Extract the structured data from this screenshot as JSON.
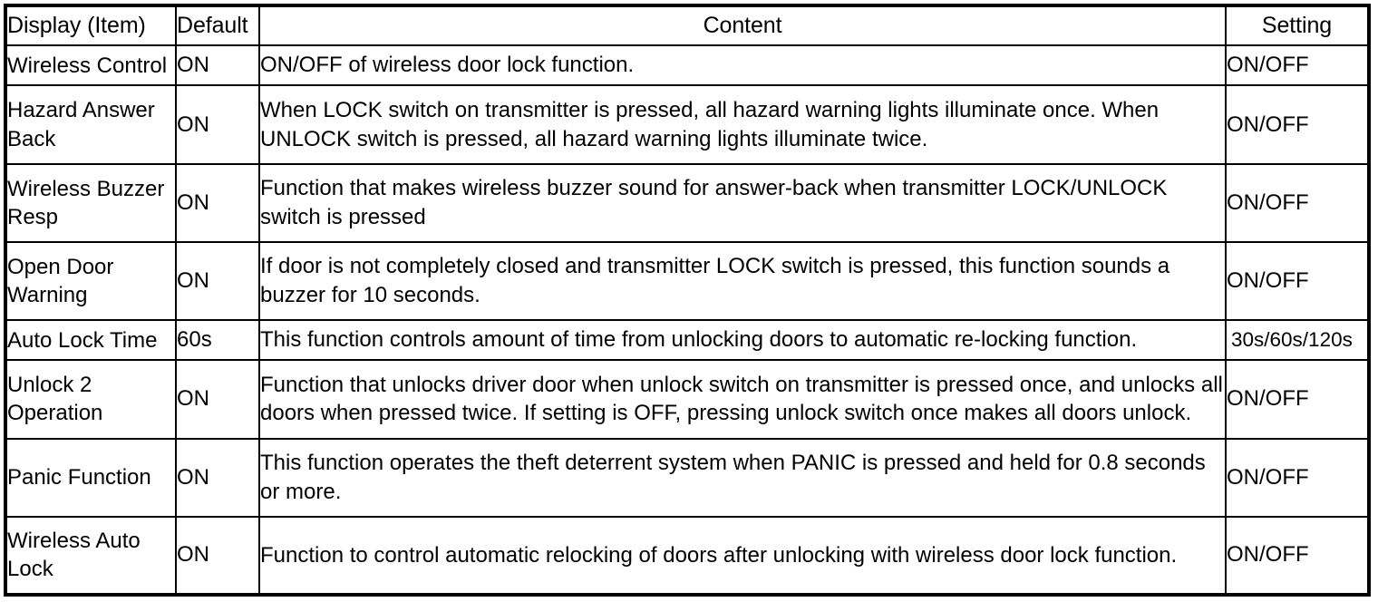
{
  "table": {
    "columns": [
      {
        "key": "item",
        "label": "Display (Item)",
        "align": "left"
      },
      {
        "key": "default",
        "label": "Default",
        "align": "left"
      },
      {
        "key": "content",
        "label": "Content",
        "align": "center"
      },
      {
        "key": "setting",
        "label": "Setting",
        "align": "center"
      }
    ],
    "rows": [
      {
        "item": "Wireless Control",
        "default": "ON",
        "content": "ON/OFF of wireless door lock function.",
        "setting": "ON/OFF"
      },
      {
        "item": "Hazard Answer Back",
        "default": "ON",
        "content": "When LOCK switch on transmitter is pressed, all hazard warning lights illuminate once. When UNLOCK switch is pressed, all hazard warning lights illuminate twice.",
        "setting": "ON/OFF"
      },
      {
        "item": "Wireless Buzzer Resp",
        "default": "ON",
        "content": "Function that makes wireless buzzer sound for answer-back when transmitter LOCK/UNLOCK switch is pressed",
        "setting": "ON/OFF"
      },
      {
        "item": "Open Door Warning",
        "default": "ON",
        "content": "If door is not completely closed and transmitter LOCK switch is pressed, this function sounds a buzzer for 10 seconds.",
        "setting": "ON/OFF"
      },
      {
        "item": "Auto Lock Time",
        "default": "60s",
        "content": "This function controls amount of time from unlocking doors to automatic re-locking function.",
        "setting": "30s/60s/120s"
      },
      {
        "item": "Unlock 2 Operation",
        "default": "ON",
        "content": "Function that unlocks driver door when unlock switch on transmitter is pressed once, and unlocks all doors when pressed twice. If setting is OFF, pressing unlock switch once makes all doors unlock.",
        "setting": "ON/OFF"
      },
      {
        "item": "Panic Function",
        "default": "ON",
        "content": "This function operates the theft deterrent system when PANIC is pressed and held for 0.8 seconds or more.",
        "setting": "ON/OFF"
      },
      {
        "item": "Wireless Auto Lock",
        "default": "ON",
        "content": "Function to control automatic relocking of doors after unlocking with wireless door lock function.",
        "setting": "ON/OFF"
      }
    ]
  },
  "colors": {
    "border": "#000000",
    "text": "#000000",
    "background": "#ffffff"
  }
}
